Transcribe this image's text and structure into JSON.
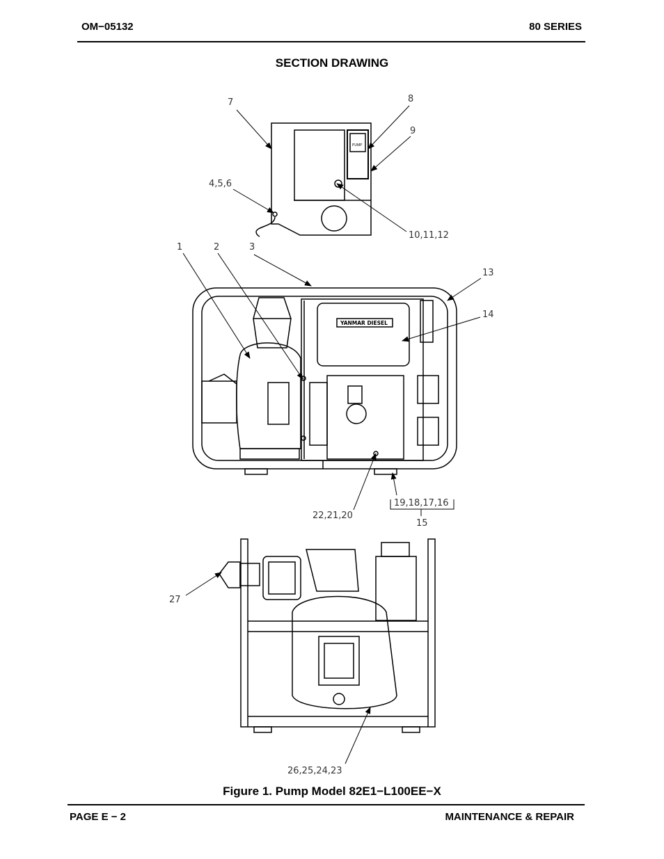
{
  "header": {
    "doc_id": "OM−05132",
    "series": "80 SERIES"
  },
  "section_title": "SECTION DRAWING",
  "callouts": {
    "c7": "7",
    "c8": "8",
    "c9": "9",
    "c456": "4,5,6",
    "c101112": "10,11,12",
    "c1": "1",
    "c2": "2",
    "c3": "3",
    "c13": "13",
    "c14": "14",
    "c222120": "22,21,20",
    "c19181716": "19,18,17,16",
    "c15": "15",
    "c27": "27",
    "c26252423": "26,25,24,23"
  },
  "engine_label": "YANMAR DIESEL",
  "figure_caption": "Figure 1.  Pump Model 82E1−L100EE−X",
  "footer": {
    "page": "PAGE E − 2",
    "section": "MAINTENANCE & REPAIR"
  }
}
